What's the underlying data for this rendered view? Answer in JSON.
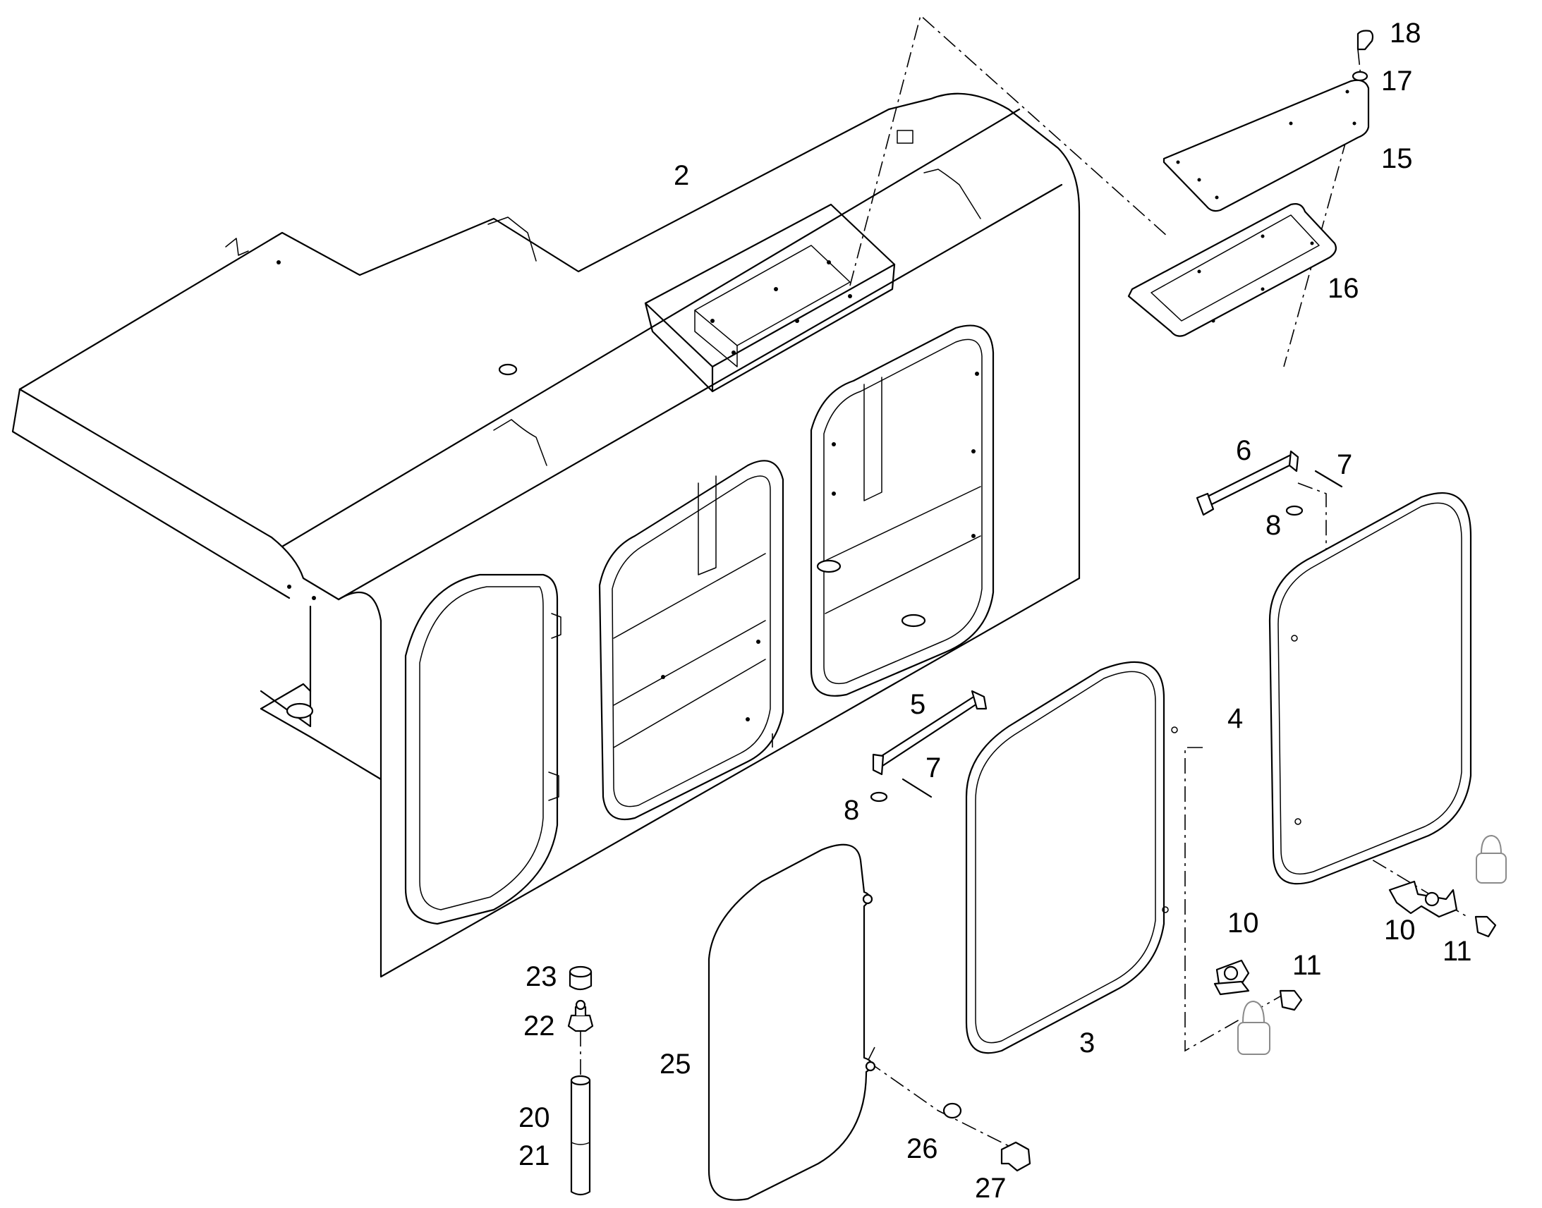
{
  "callouts": {
    "p2": "2",
    "p3": "3",
    "p4": "4",
    "p5": "5",
    "p6": "6",
    "p7a": "7",
    "p7b": "7",
    "p8a": "8",
    "p8b": "8",
    "p10a": "10",
    "p10b": "10",
    "p11a": "11",
    "p11b": "11",
    "p15": "15",
    "p16": "16",
    "p17": "17",
    "p18": "18",
    "p20": "20",
    "p21": "21",
    "p22": "22",
    "p23": "23",
    "p25": "25",
    "p26": "26",
    "p27": "27"
  }
}
